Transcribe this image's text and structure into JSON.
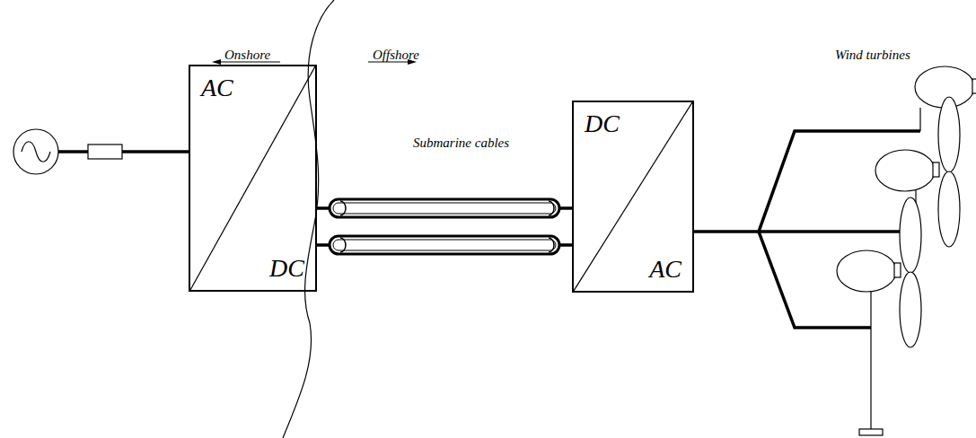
{
  "diagram": {
    "nodes": [
      {
        "text": [
          "AC",
          "DC"
        ]
      },
      {
        "text": [
          "DC",
          "AC"
        ]
      }
    ],
    "edges": [
      {
        "from": 0,
        "to": 1,
        "arrow": "none"
      },
      {
        "from": 0,
        "to": 1,
        "arrow": "none"
      }
    ],
    "labels": [
      "Onshore",
      "Offshore",
      "Submarine cables",
      "Wind turbines"
    ]
  }
}
